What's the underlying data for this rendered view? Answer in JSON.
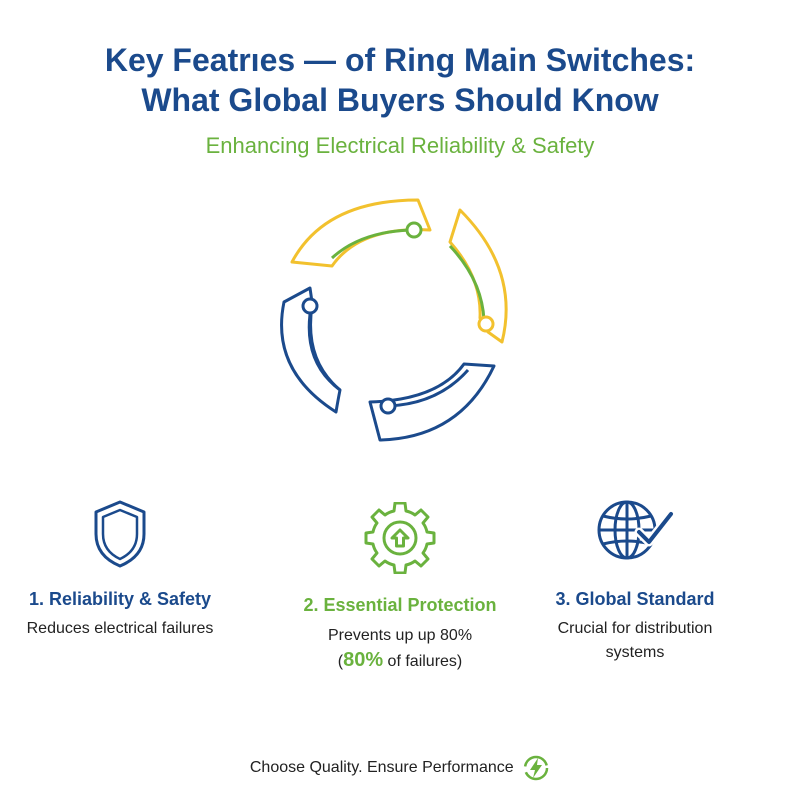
{
  "header": {
    "title_line1": "Key Featrıes — of Ring Main Switches:",
    "title_line2": "What Global Buyers Should Know",
    "subtitle": "Enhancing Electrical Reliability & Safety"
  },
  "features": [
    {
      "icon": "shield-icon",
      "title": "1. Reliability & Safety",
      "description": "Reduces electrical failures"
    },
    {
      "icon": "gear-upload-icon",
      "title": "2. Essential Protection",
      "description_line1": "Prevents up up 80%",
      "description_pre": "(",
      "highlight": "80%",
      "description_post": " of failures)"
    },
    {
      "icon": "globe-check-icon",
      "title": "3. Global Standard",
      "description_line1": "Crucial for distribution",
      "description_line2": "systems"
    }
  ],
  "footer": {
    "text": "Choose Quality. Ensure Performance",
    "icon": "lightning-icon"
  },
  "colors": {
    "primary": "#1b4a8c",
    "accent_green": "#6ab23e",
    "accent_yellow": "#f2c12e"
  }
}
